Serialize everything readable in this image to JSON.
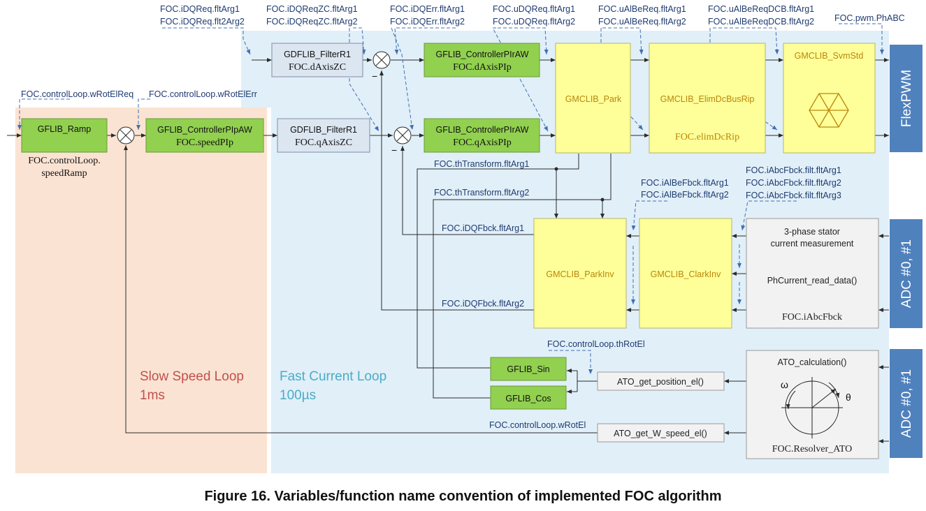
{
  "caption": "Figure 16.  Variables/function name convention of implemented FOC algorithm",
  "regions": {
    "slow": {
      "title": "Slow Speed Loop",
      "subtitle": "1ms",
      "color": "#fbe3d3"
    },
    "fast": {
      "title": "Fast Current Loop",
      "subtitle": "100µs",
      "color": "#e1eff8"
    }
  },
  "blocks": {
    "ramp": {
      "name": "GFLIB_Ramp",
      "var1": "FOC.controlLoop.",
      "var2": "speedRamp"
    },
    "speed_pi": {
      "name": "GFLIB_ControllerPIpAW",
      "var": "FOC.speedPIp"
    },
    "filter_d": {
      "name": "GDFLIB_FilterR1",
      "var": "FOC.dAxisZC"
    },
    "filter_q": {
      "name": "GDFLIB_FilterR1",
      "var": "FOC.qAxisZC"
    },
    "pi_d": {
      "name": "GFLIB_ControllerPIrAW",
      "var": "FOC.dAxisPIp"
    },
    "pi_q": {
      "name": "GFLIB_ControllerPIrAW",
      "var": "FOC.qAxisPIp"
    },
    "park": {
      "name": "GMCLIB_Park"
    },
    "elim": {
      "name": "GMCLIB_ElimDcBusRip",
      "var": "FOC.elimDcRip"
    },
    "svm": {
      "name": "GMCLIB_SvmStd"
    },
    "park_inv": {
      "name": "GMCLIB_ParkInv"
    },
    "clark_inv": {
      "name": "GMCLIB_ClarkInv"
    },
    "current_meas": {
      "line1": "3-phase stator",
      "line2": "current measurement",
      "fn": "PhCurrent_read_data()",
      "var": "FOC.iAbcFbck"
    },
    "ato": {
      "fn": "ATO_calculation()",
      "var": "FOC.Resolver_ATO",
      "omega": "ω",
      "theta": "θ"
    },
    "sin": {
      "name": "GFLIB_Sin"
    },
    "cos": {
      "name": "GFLIB_Cos"
    },
    "ato_pos": {
      "name": "ATO_get_position_el()"
    },
    "ato_speed": {
      "name": "ATO_get_W_speed_el()"
    }
  },
  "side_bars": {
    "pwm": "FlexPWM",
    "adc1": "ADC #0, #1",
    "adc2": "ADC #0, #1",
    "color": "#4f81bd"
  },
  "labels": {
    "idq_req1": "FOC.iDQReq.fltArg1",
    "idq_req2": "FOC.iDQReq.flt2Arg2",
    "idq_reqzc1": "FOC.iDQReqZC.fltArg1",
    "idq_reqzc2": "FOC.iDQReqZC.fltArg2",
    "idq_err1": "FOC.iDQErr.fltArg1",
    "idq_err2": "FOC.iDQErr.fltArg2",
    "udq_req1": "FOC.uDQReq.fltArg1",
    "udq_req2": "FOC.uDQReq.fltArg2",
    "ualbe_req1": "FOC.uAlBeReq.fltArg1",
    "ualbe_req2": "FOC.uAlBeReq.fltArg2",
    "ualbe_dcb1": "FOC.uAlBeReqDCB.fltArg1",
    "ualbe_dcb2": "FOC.uAlBeReqDCB.fltArg2",
    "pwm_abc": "FOC.pwm.PhABC",
    "wrot_req": "FOC.controlLoop.wRotElReq",
    "wrot_err": "FOC.controlLoop.wRotElErr",
    "th_arg1": "FOC.thTransform.fltArg1",
    "th_arg2": "FOC.thTransform.fltArg2",
    "ialbe_fb1": "FOC.iAlBeFbck.fltArg1",
    "ialbe_fb2": "FOC.iAlBeFbck.fltArg2",
    "iabc_fb1": "FOC.iAbcFbck.filt.fltArg1",
    "iabc_fb2": "FOC.iAbcFbck.filt.fltArg2",
    "iabc_fb3": "FOC.iAbcFbck.filt.fltArg3",
    "idq_fb1": "FOC.iDQFbck.fltArg1",
    "idq_fb2": "FOC.iDQFbck.fltArg2",
    "th_rot": "FOC.controlLoop.thRotEl",
    "w_rot": "FOC.controlLoop.wRotEl",
    "minus": "−"
  }
}
